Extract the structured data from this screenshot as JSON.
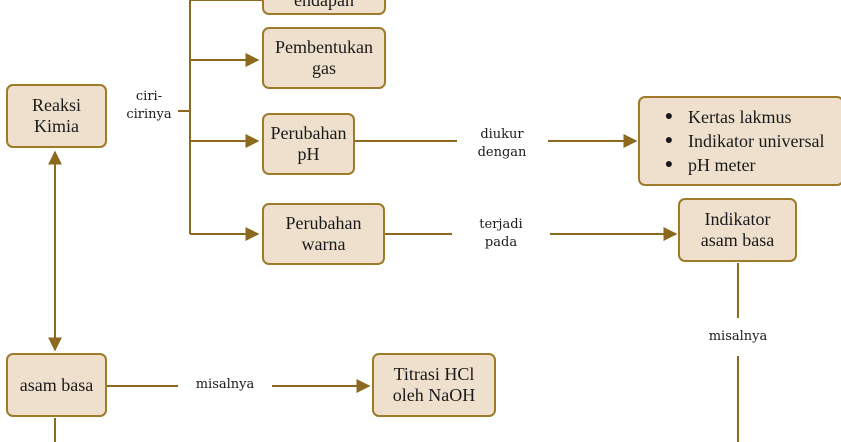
{
  "nodes": {
    "endapan_partial": "endapan",
    "pembentukan_gas": [
      "Pembentukan",
      "gas"
    ],
    "reaksi_kimia": [
      "Reaksi",
      "Kimia"
    ],
    "perubahan_ph": [
      "Perubahan",
      "pH"
    ],
    "perubahan_warna": [
      "Perubahan",
      "warna"
    ],
    "ph_instruments": [
      "Kertas lakmus",
      "Indikator universal",
      "pH meter"
    ],
    "indikator_asam_basa": [
      "Indikator",
      "asam basa"
    ],
    "asam_basa": "asam basa",
    "titrasi": [
      "Titrasi HCl",
      "oleh NaOH"
    ]
  },
  "edge_labels": {
    "ciri_cirinya": [
      "ciri-",
      "cirinya"
    ],
    "diukur_dengan": [
      "diukur",
      "dengan"
    ],
    "terjadi_pada": [
      "terjadi",
      "pada"
    ],
    "misalnya_bottom": "misalnya",
    "misalnya_right": "misalnya"
  },
  "colors": {
    "node_fill": "#eee0cc",
    "node_border": "#9e7a2b",
    "connector": "#8b6a1f"
  },
  "icons": {
    "list_bullet": "bullet"
  }
}
